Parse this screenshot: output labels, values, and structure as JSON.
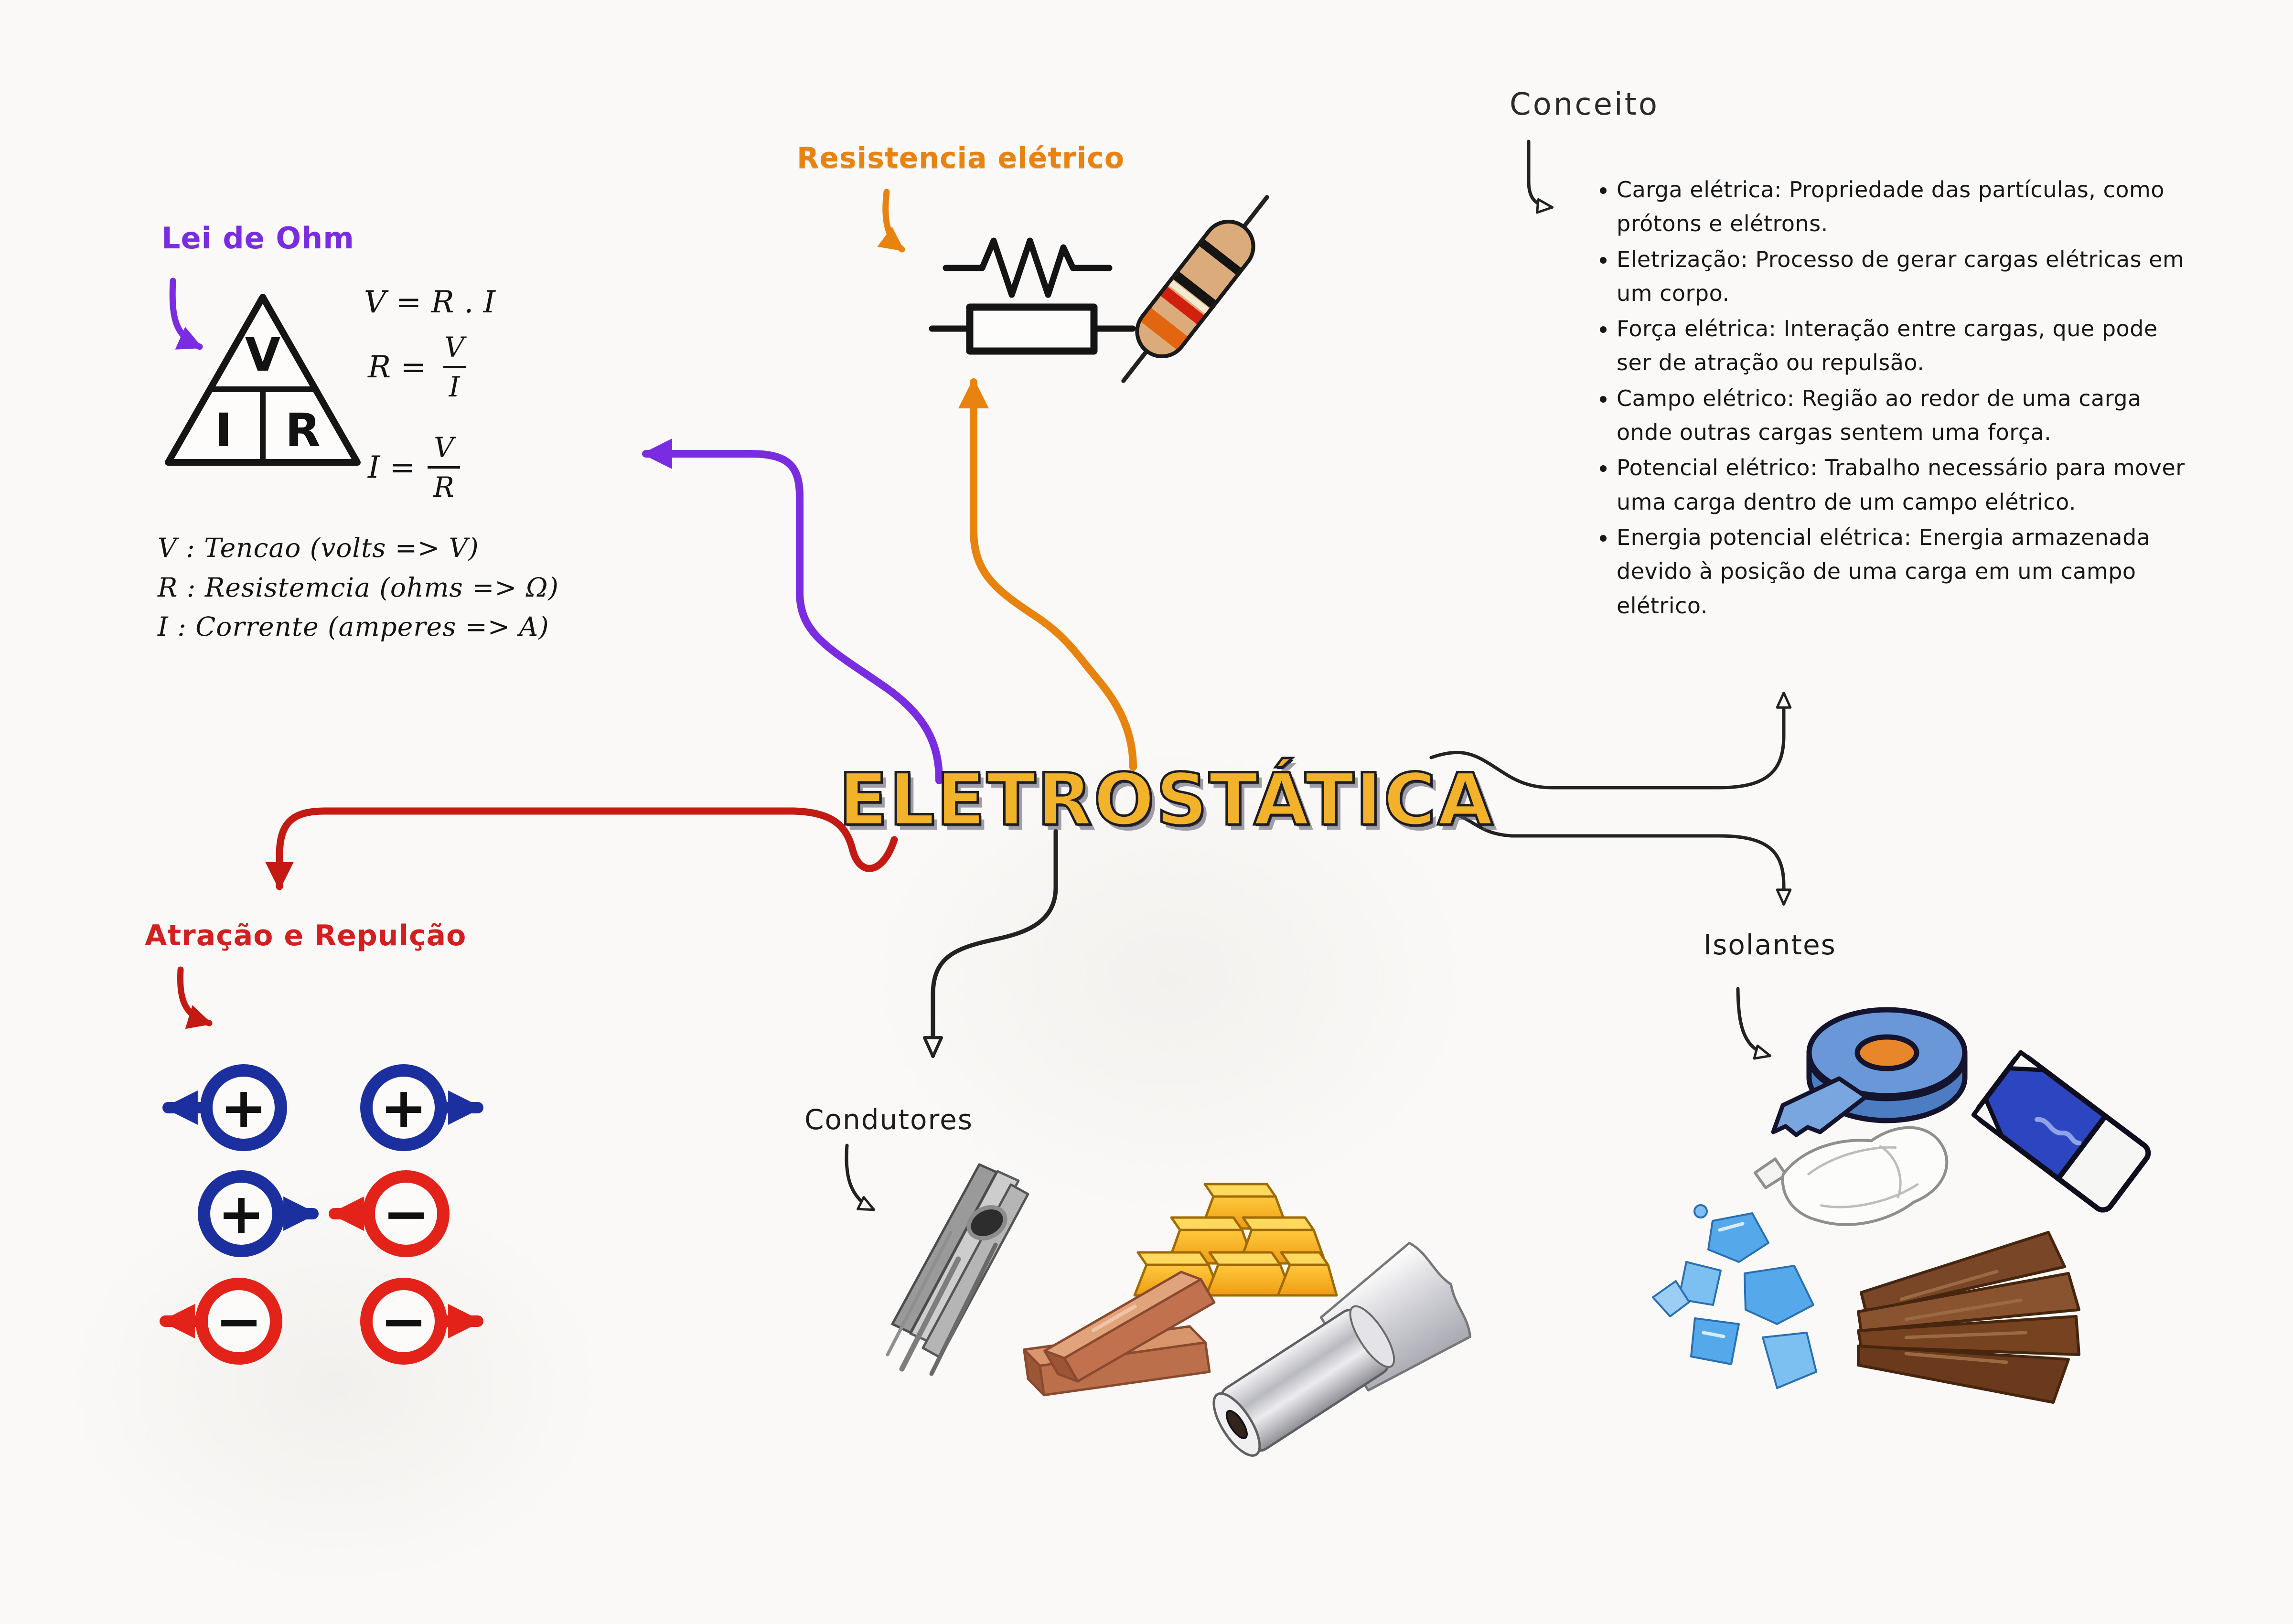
{
  "colors": {
    "bg": "#faf9f7",
    "ink": "#1f1f1f",
    "purple": "#7a2ce0",
    "orange": "#e8830f",
    "red": "#d31f1f",
    "gold": "#f2b22a",
    "blue": "#1c2f9e",
    "charge-red": "#e3231a"
  },
  "center": {
    "title": "ELETROSTÁTICA"
  },
  "ohm": {
    "title": "Lei de Ohm",
    "triangle": {
      "top": "V",
      "bottom_left": "I",
      "bottom_right": "R"
    },
    "formulas": {
      "f1": "V = R . I",
      "f2_lhs": "R =",
      "f2_num": "V",
      "f2_den": "I",
      "f3_lhs": "I =",
      "f3_num": "V",
      "f3_den": "R"
    },
    "definitions": [
      "V : Tencao (volts => V)",
      "R : Resistemcia (ohms => Ω)",
      "I : Corrente (amperes => A)"
    ]
  },
  "resistance": {
    "title": "Resistencia elétrico",
    "icons": [
      "resistor-zigzag-symbol",
      "resistor-box-symbol",
      "resistor-component"
    ]
  },
  "concept": {
    "title": "Conceito",
    "items": [
      "Carga elétrica: Propriedade das partículas, como prótons e elétrons.",
      "Eletrização: Processo de gerar cargas elétricas em um corpo.",
      "Força elétrica: Interação entre cargas, que pode ser de atração ou repulsão.",
      "Campo elétrico: Região ao redor de uma carga onde outras cargas sentem uma força.",
      "Potencial elétrico: Trabalho necessário para mover uma carga dentro de um campo elétrico.",
      "Energia potencial elétrica: Energia armazenada devido à posição de uma carga em um campo elétrico."
    ]
  },
  "attraction": {
    "title": "Atração e Repulção",
    "rows": [
      {
        "left": {
          "sign": "+",
          "color": "blue",
          "arrow": "left"
        },
        "right": {
          "sign": "+",
          "color": "blue",
          "arrow": "right"
        }
      },
      {
        "left": {
          "sign": "+",
          "color": "blue",
          "arrow": "right"
        },
        "right": {
          "sign": "−",
          "color": "red",
          "arrow": "left"
        }
      },
      {
        "left": {
          "sign": "−",
          "color": "red",
          "arrow": "left"
        },
        "right": {
          "sign": "−",
          "color": "red",
          "arrow": "right"
        }
      }
    ]
  },
  "conductors": {
    "title": "Condutores",
    "icons": [
      "steel-profiles",
      "gold-bars",
      "copper-ingots",
      "aluminum-foil"
    ]
  },
  "insulators": {
    "title": "Isolantes",
    "icons": [
      "adhesive-tape",
      "eraser",
      "plastic-bottle",
      "broken-glass",
      "wood-planks"
    ]
  }
}
